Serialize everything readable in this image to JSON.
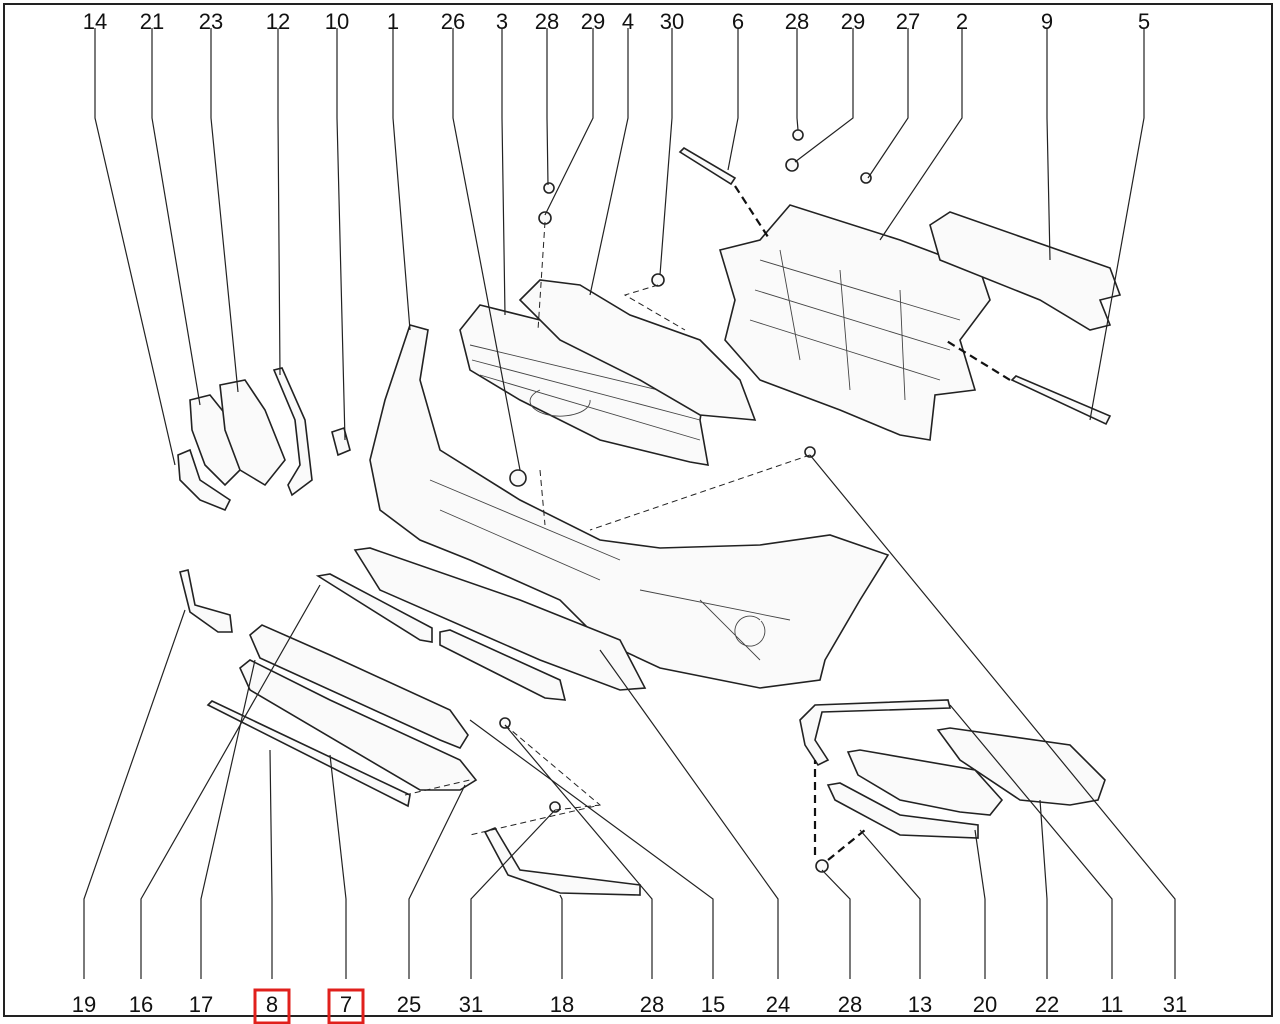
{
  "diagram": {
    "title": "Front bumper assembly exploded parts diagram",
    "highlight_color": "#e0201c",
    "top_labels": [
      "14",
      "21",
      "23",
      "12",
      "10",
      "1",
      "26",
      "3",
      "28",
      "29",
      "4",
      "30",
      "6",
      "28",
      "29",
      "27",
      "2",
      "9",
      "5"
    ],
    "bottom_labels": [
      "19",
      "16",
      "17",
      "8",
      "7",
      "25",
      "31",
      "18",
      "28",
      "15",
      "24",
      "28",
      "13",
      "20",
      "22",
      "11",
      "31"
    ],
    "highlighted_labels": [
      "8",
      "7"
    ]
  }
}
